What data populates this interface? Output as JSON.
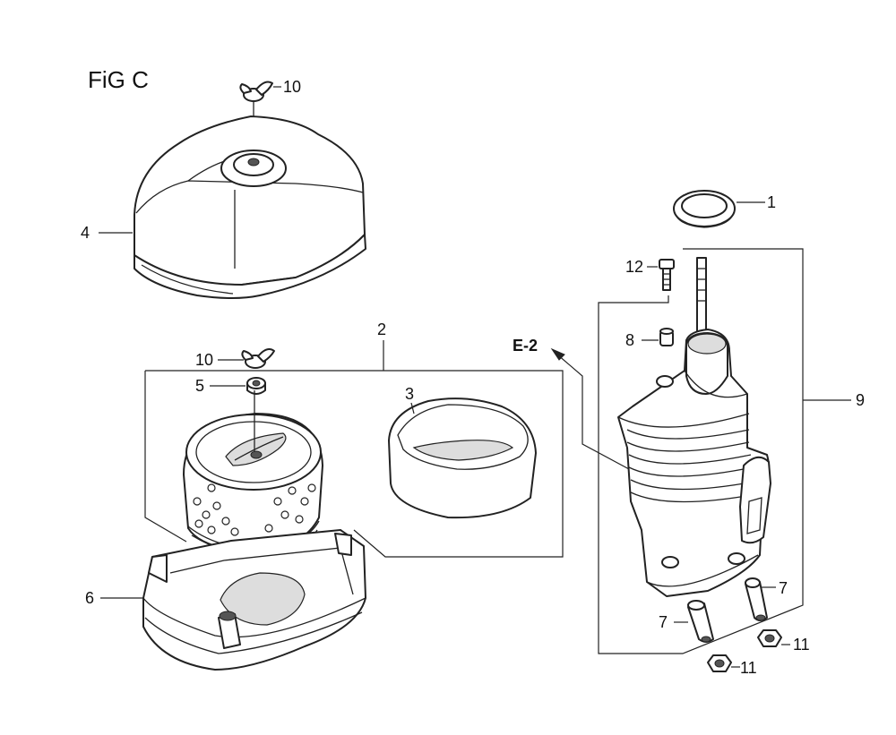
{
  "figure": {
    "title": "FiG C",
    "reference": "E-2"
  },
  "callouts": {
    "c1": "1",
    "c2": "2",
    "c3": "3",
    "c4": "4",
    "c5": "5",
    "c6": "6",
    "c7a": "7",
    "c7b": "7",
    "c8": "8",
    "c9": "9",
    "c10a": "10",
    "c10b": "10",
    "c11a": "11",
    "c11b": "11",
    "c12": "12"
  }
}
